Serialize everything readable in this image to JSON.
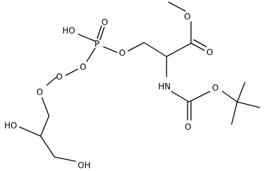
{
  "molecule": {
    "atom_labels": {
      "ho_phosphoric": "HO",
      "p": "P",
      "o_double": "O",
      "o_ester_left": "O",
      "o_ester_right": "O",
      "o_peroxy_upper": "O",
      "o_peroxy_lower": "O",
      "ho_secondary": "HO",
      "oh_primary": "OH",
      "o_methoxy": "O",
      "o_carbonyl_ester": "O",
      "nh": "HN",
      "o_carbamate_ether": "O",
      "o_carbamate_carbonyl": "O"
    }
  }
}
